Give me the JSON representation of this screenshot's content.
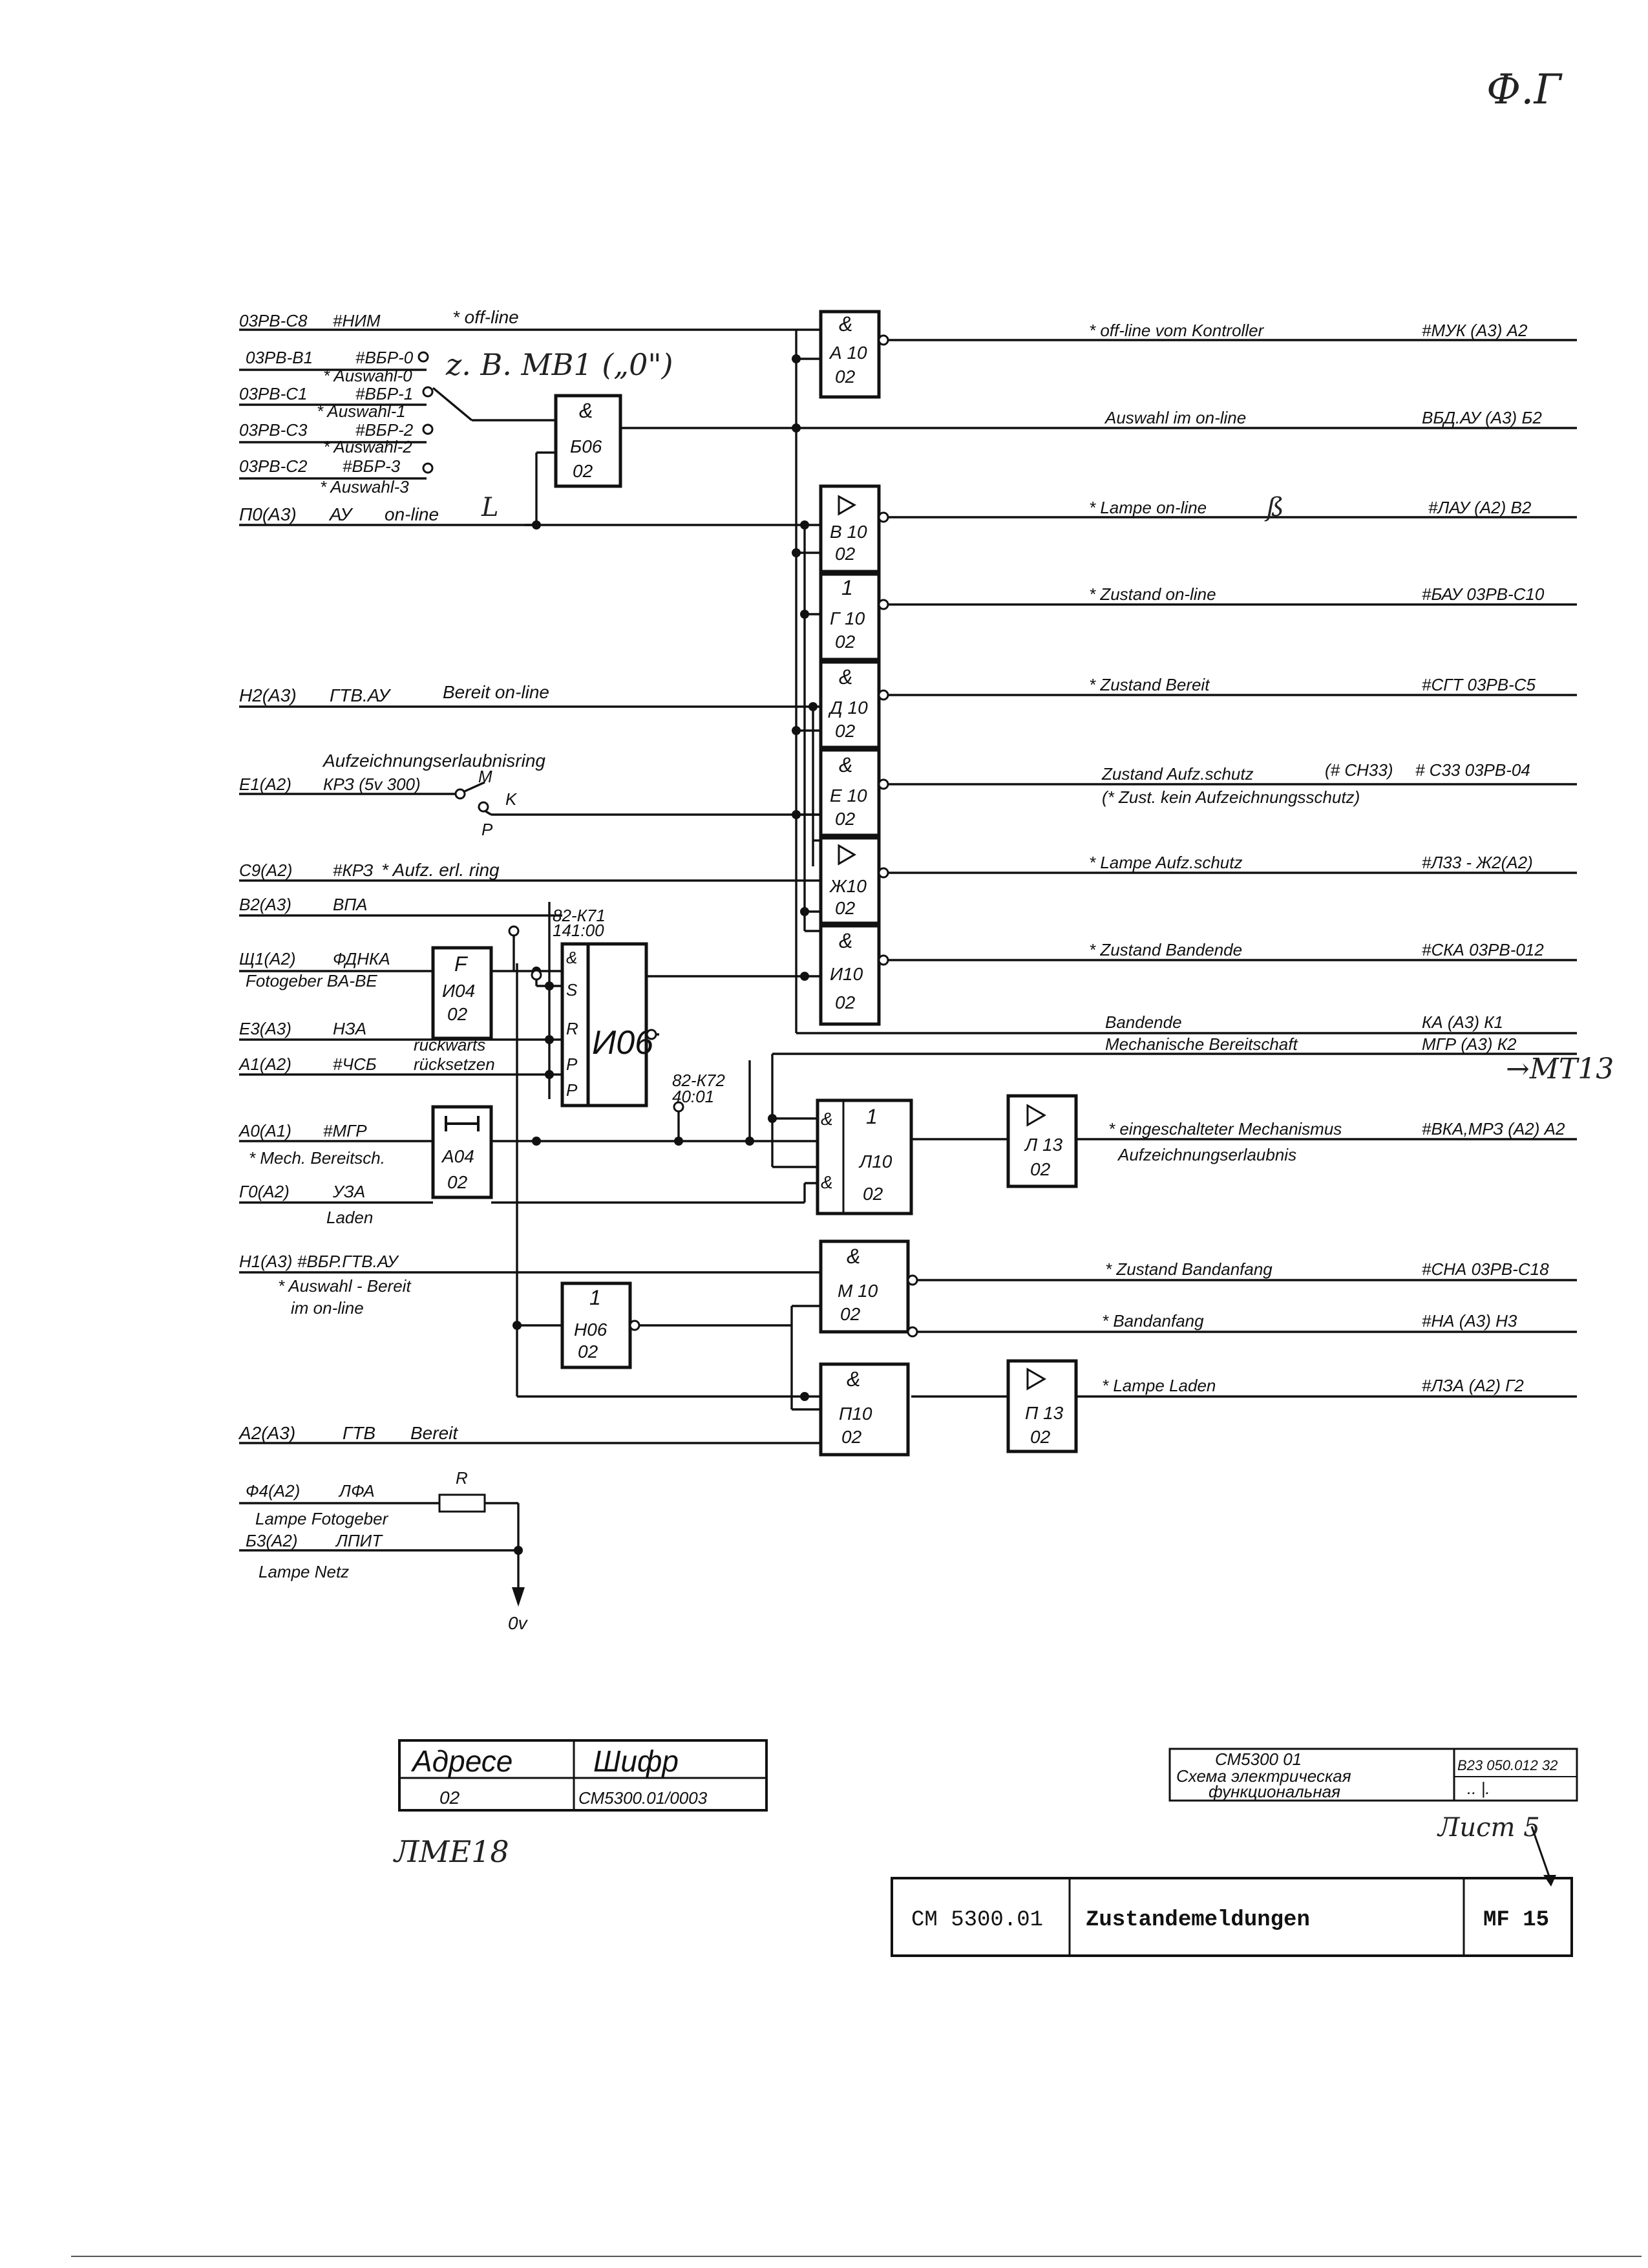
{
  "sheet_mark": "Ф.Г",
  "inputs": {
    "offline": {
      "code": "03РВ-С8",
      "sig": "#НИМ",
      "desc": "* off-line"
    },
    "a0": {
      "code": "03РВ-В1",
      "sig": "#ВБР-0",
      "desc": "* Auswahl-0"
    },
    "a1": {
      "code": "03РВ-С1",
      "sig": "#ВБР-1",
      "desc": "* Auswahl-1"
    },
    "a2": {
      "code": "03РВ-С3",
      "sig": "#ВБР-2",
      "desc": "* Auswahl-2"
    },
    "a3": {
      "code": "03РВ-С2",
      "sig": "#ВБР-3",
      "desc": "* Auswahl-3"
    },
    "online": {
      "code": "П0(А3)",
      "sig": "АУ",
      "desc": "on-line"
    },
    "bereit_online": {
      "code": "Н2(А3)",
      "sig": "ГТВ.АУ",
      "desc": "Bereit on-line"
    },
    "ring_title": "Aufzeichnungserlaubnisring",
    "ring": {
      "code": "Е1(А2)",
      "sig": "КРЗ (5v 300)"
    },
    "ring2": {
      "code": "С9(А2)",
      "sig": "#КРЗ",
      "desc": "* Aufz. erl. ring"
    },
    "vpa": {
      "code": "В2(А3)",
      "sig": "ВПА"
    },
    "fotogeber": {
      "code": "Щ1(А2)",
      "sig": "ФДНКА",
      "desc": "Fotogeber BA-BE"
    },
    "e3": {
      "code": "Е3(А3)",
      "sig": "НЗА",
      "desc": "rückwärts"
    },
    "a1a2": {
      "code": "А1(А2)",
      "sig": "#ЧСБ",
      "desc": "rücksetzen"
    },
    "mech": {
      "code": "А0(А1)",
      "sig": "#МГР",
      "desc": "* Mech. Bereitsch."
    },
    "laden": {
      "code": "Г0(А2)",
      "sig": "УЗА",
      "desc": "Laden"
    },
    "bereit_sel": {
      "code": "Н1(А3)",
      "sig": "#ВБР.ГТВ.АУ",
      "desc1": "* Auswahl - Bereit",
      "desc2": "im on-line"
    },
    "bereit": {
      "code": "А2(А3)",
      "sig": "ГТВ",
      "desc": "Bereit"
    },
    "lampe_foto": {
      "code": "Ф4(А2)",
      "sig": "ЛФА",
      "desc": "Lampe Fotogeber"
    },
    "lampe_netz": {
      "code": "Б3(А2)",
      "sig": "ЛПИТ",
      "desc": "Lampe Netz"
    },
    "ground": "0v",
    "resistor": "R"
  },
  "outputs": [
    {
      "desc": "* off-line vom Kontroller",
      "sig": "#МУК (А3) А2"
    },
    {
      "desc": "Auswahl im on-line",
      "sig": "ВБД.АУ (А3) Б2"
    },
    {
      "desc": "* Lampe on-line",
      "sig": "#ЛАУ (А2) В2"
    },
    {
      "desc": "* Zustand on-line",
      "sig": "#БАУ 03РВ-С10"
    },
    {
      "desc": "* Zustand Bereit",
      "sig": "#СГТ 03РВ-С5"
    },
    {
      "desc": "Zustand Aufz.schutz",
      "note": "(# СН33)",
      "sig": "# С33 03РВ-04"
    },
    {
      "desc": "* Lampe Aufz.schutz",
      "sig": "#Л33 - Ж2(А2)"
    },
    {
      "desc": "* Zustand Bandende",
      "sig": "#СКА 03РВ-012"
    },
    {
      "desc": "Bandende",
      "sig": "КА (А3) К1"
    },
    {
      "desc": "Mechanische Bereitschaft",
      "sig": "МГР (А3) К2"
    },
    {
      "desc": "* eingeschalteter Mechanismus",
      "sig": "#ВКА,МРЗ (А2) А2"
    },
    {
      "desc": "* Zustand Bandanfang",
      "sig": "#СНА 03РВ-С18"
    },
    {
      "desc": "* Bandanfang",
      "sig": "#НА (А3) Н3"
    },
    {
      "desc": "* Lampe Laden",
      "sig": "#ЛЗА (А2) Г2"
    }
  ],
  "note_zust": "(* Zust. kein Aufzeichnungsschutz)",
  "note_aufz": "Aufzeichnungserlaubnis",
  "annot_hand": "z. B. МВ1 („0\")",
  "annot_ref": "→МТ13",
  "gates": [
    {
      "sym": "&",
      "id": "А 10",
      "n": "02"
    },
    {
      "sym": "▷",
      "id": "В 10",
      "n": "02"
    },
    {
      "sym": "1",
      "id": "Г 10",
      "n": "02"
    },
    {
      "sym": "&",
      "id": "Д 10",
      "n": "02"
    },
    {
      "sym": "&",
      "id": "Е 10",
      "n": "02"
    },
    {
      "sym": "▷",
      "id": "Ж10",
      "n": "02"
    },
    {
      "sym": "&",
      "id": "И10",
      "n": "02"
    },
    {
      "sym": "&",
      "id": "Б06",
      "n": "02"
    },
    {
      "sym": "F",
      "id": "И04",
      "n": "02"
    },
    {
      "sym": "И06",
      "id": "",
      "n": ""
    },
    {
      "sym": "⟼",
      "id": "А04",
      "n": "02"
    },
    {
      "sym": "1",
      "id": "Л10",
      "n": "02"
    },
    {
      "sym": "▷",
      "id": "Л 13",
      "n": "02"
    },
    {
      "sym": "&",
      "id": "М 10",
      "n": "02"
    },
    {
      "sym": "1",
      "id": "Н06",
      "n": "02"
    },
    {
      "sym": "&",
      "id": "П10",
      "n": "02"
    },
    {
      "sym": "▷",
      "id": "П 13",
      "n": "02"
    }
  ],
  "pin_labels": {
    "s": "S",
    "r": "R",
    "p1": "P",
    "p2": "P",
    "m": "M",
    "k": "K",
    "p": "P",
    "top1": "82-К71",
    "top2": "141:00",
    "mid1": "82-К72",
    "mid2": "40:01"
  },
  "addr_table": {
    "h1": "Адресе",
    "h2": "Шифр",
    "v1": "02",
    "v2": "СМ5300.01/0003"
  },
  "handwritten_id": "ЛМЕ18",
  "scheme_box": {
    "line1": "СМ5300 01",
    "line2": "Схема электрическая",
    "line3": "функциональная",
    "code": "В23 050.012 32",
    "mark": "..  |.",
    "hand": "Лист 5"
  },
  "title_block": {
    "device": "CM 5300.01",
    "title": "Zustandemeldungen",
    "sheet": "MF 15"
  }
}
